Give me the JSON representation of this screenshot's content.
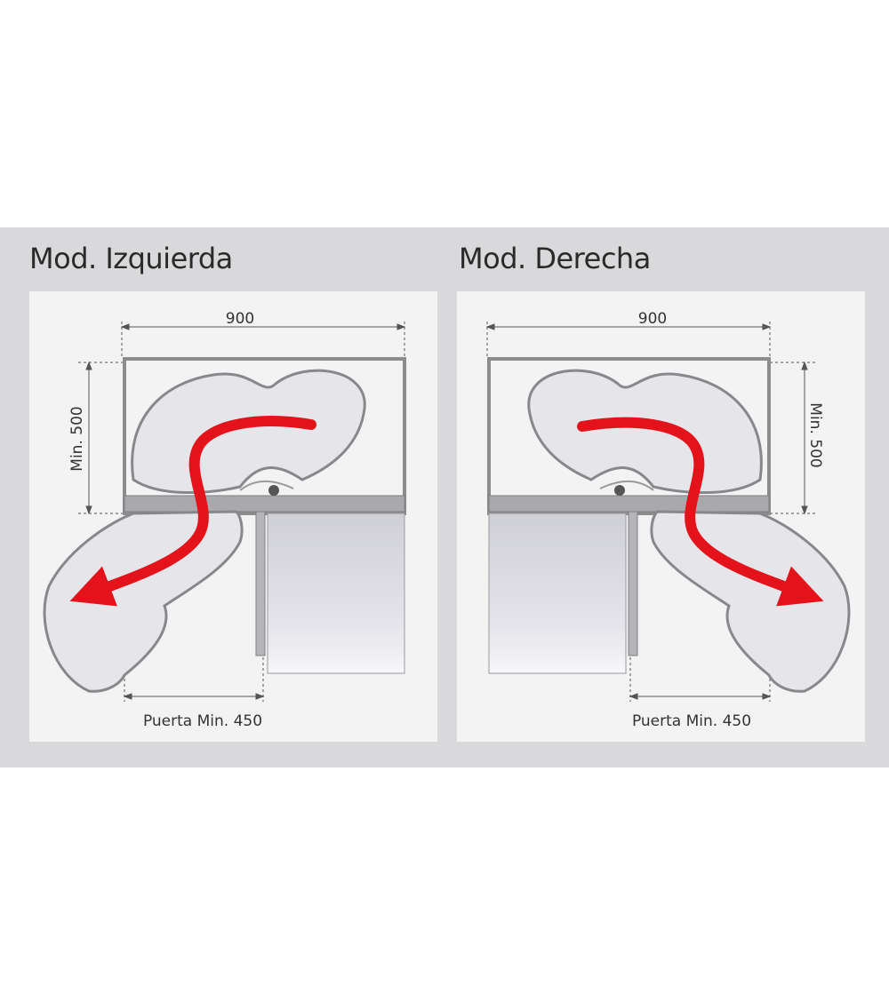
{
  "diagrams": [
    {
      "title": "Mod. Izquierda",
      "width_label": "900",
      "depth_label": "Min. 500",
      "door_label": "Puerta Min. 450"
    },
    {
      "title": "Mod. Derecha",
      "width_label": "900",
      "depth_label": "Min. 500",
      "door_label": "Puerta Min. 450"
    }
  ],
  "colors": {
    "band": "#d9d9db",
    "panel": "#f3f3f4",
    "cabinet_line": "#8c8c8e",
    "shelf_fill": "#e6e6ea",
    "arrow": "#e3121b",
    "door": "#d8d8de"
  }
}
